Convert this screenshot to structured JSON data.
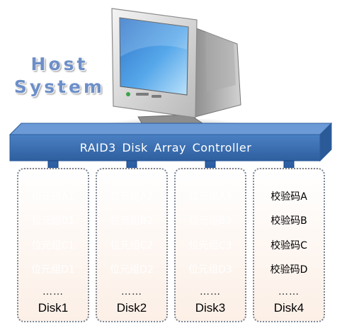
{
  "host": {
    "line1": "Host",
    "line2": "System"
  },
  "controller": {
    "label": "RAID3  Disk Array Controller"
  },
  "colors": {
    "bus_fill": "#3f74b8",
    "data_block": "#3a6fb5",
    "parity_block": "#f6c7a2",
    "panel_border": "#7a8594"
  },
  "disks": [
    {
      "name": "Disk1",
      "kind": "data",
      "blocks": [
        "位元组A1",
        "位元组B1",
        "位元组C1",
        "位元组D1"
      ],
      "more": "……"
    },
    {
      "name": "Disk2",
      "kind": "data",
      "blocks": [
        "位元组A2",
        "位元组B2",
        "位元组C2",
        "位元组D2"
      ],
      "more": "……"
    },
    {
      "name": "Disk3",
      "kind": "data",
      "blocks": [
        "位元组A3",
        "位元组B3",
        "位元组C3",
        "位元组D3"
      ],
      "more": "……"
    },
    {
      "name": "Disk4",
      "kind": "parity",
      "blocks": [
        "校验码A",
        "校验码B",
        "校验码C",
        "校验码D"
      ],
      "more": "……"
    }
  ]
}
